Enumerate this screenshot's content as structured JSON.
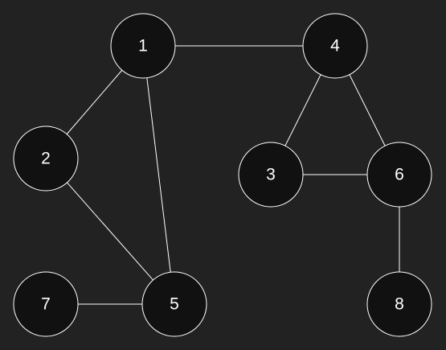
{
  "colors": {
    "background": "#222222",
    "node_fill": "#111111",
    "node_stroke": "#ffffff",
    "edge": "#ffffff",
    "label": "#ffffff"
  },
  "graph": {
    "nodes": [
      {
        "id": "1",
        "label": "1"
      },
      {
        "id": "2",
        "label": "2"
      },
      {
        "id": "3",
        "label": "3"
      },
      {
        "id": "4",
        "label": "4"
      },
      {
        "id": "5",
        "label": "5"
      },
      {
        "id": "6",
        "label": "6"
      },
      {
        "id": "7",
        "label": "7"
      },
      {
        "id": "8",
        "label": "8"
      }
    ],
    "edges": [
      {
        "from": "1",
        "to": "4"
      },
      {
        "from": "1",
        "to": "2"
      },
      {
        "from": "1",
        "to": "5"
      },
      {
        "from": "2",
        "to": "5"
      },
      {
        "from": "4",
        "to": "3"
      },
      {
        "from": "4",
        "to": "6"
      },
      {
        "from": "3",
        "to": "6"
      },
      {
        "from": "6",
        "to": "8"
      },
      {
        "from": "7",
        "to": "5"
      }
    ]
  }
}
